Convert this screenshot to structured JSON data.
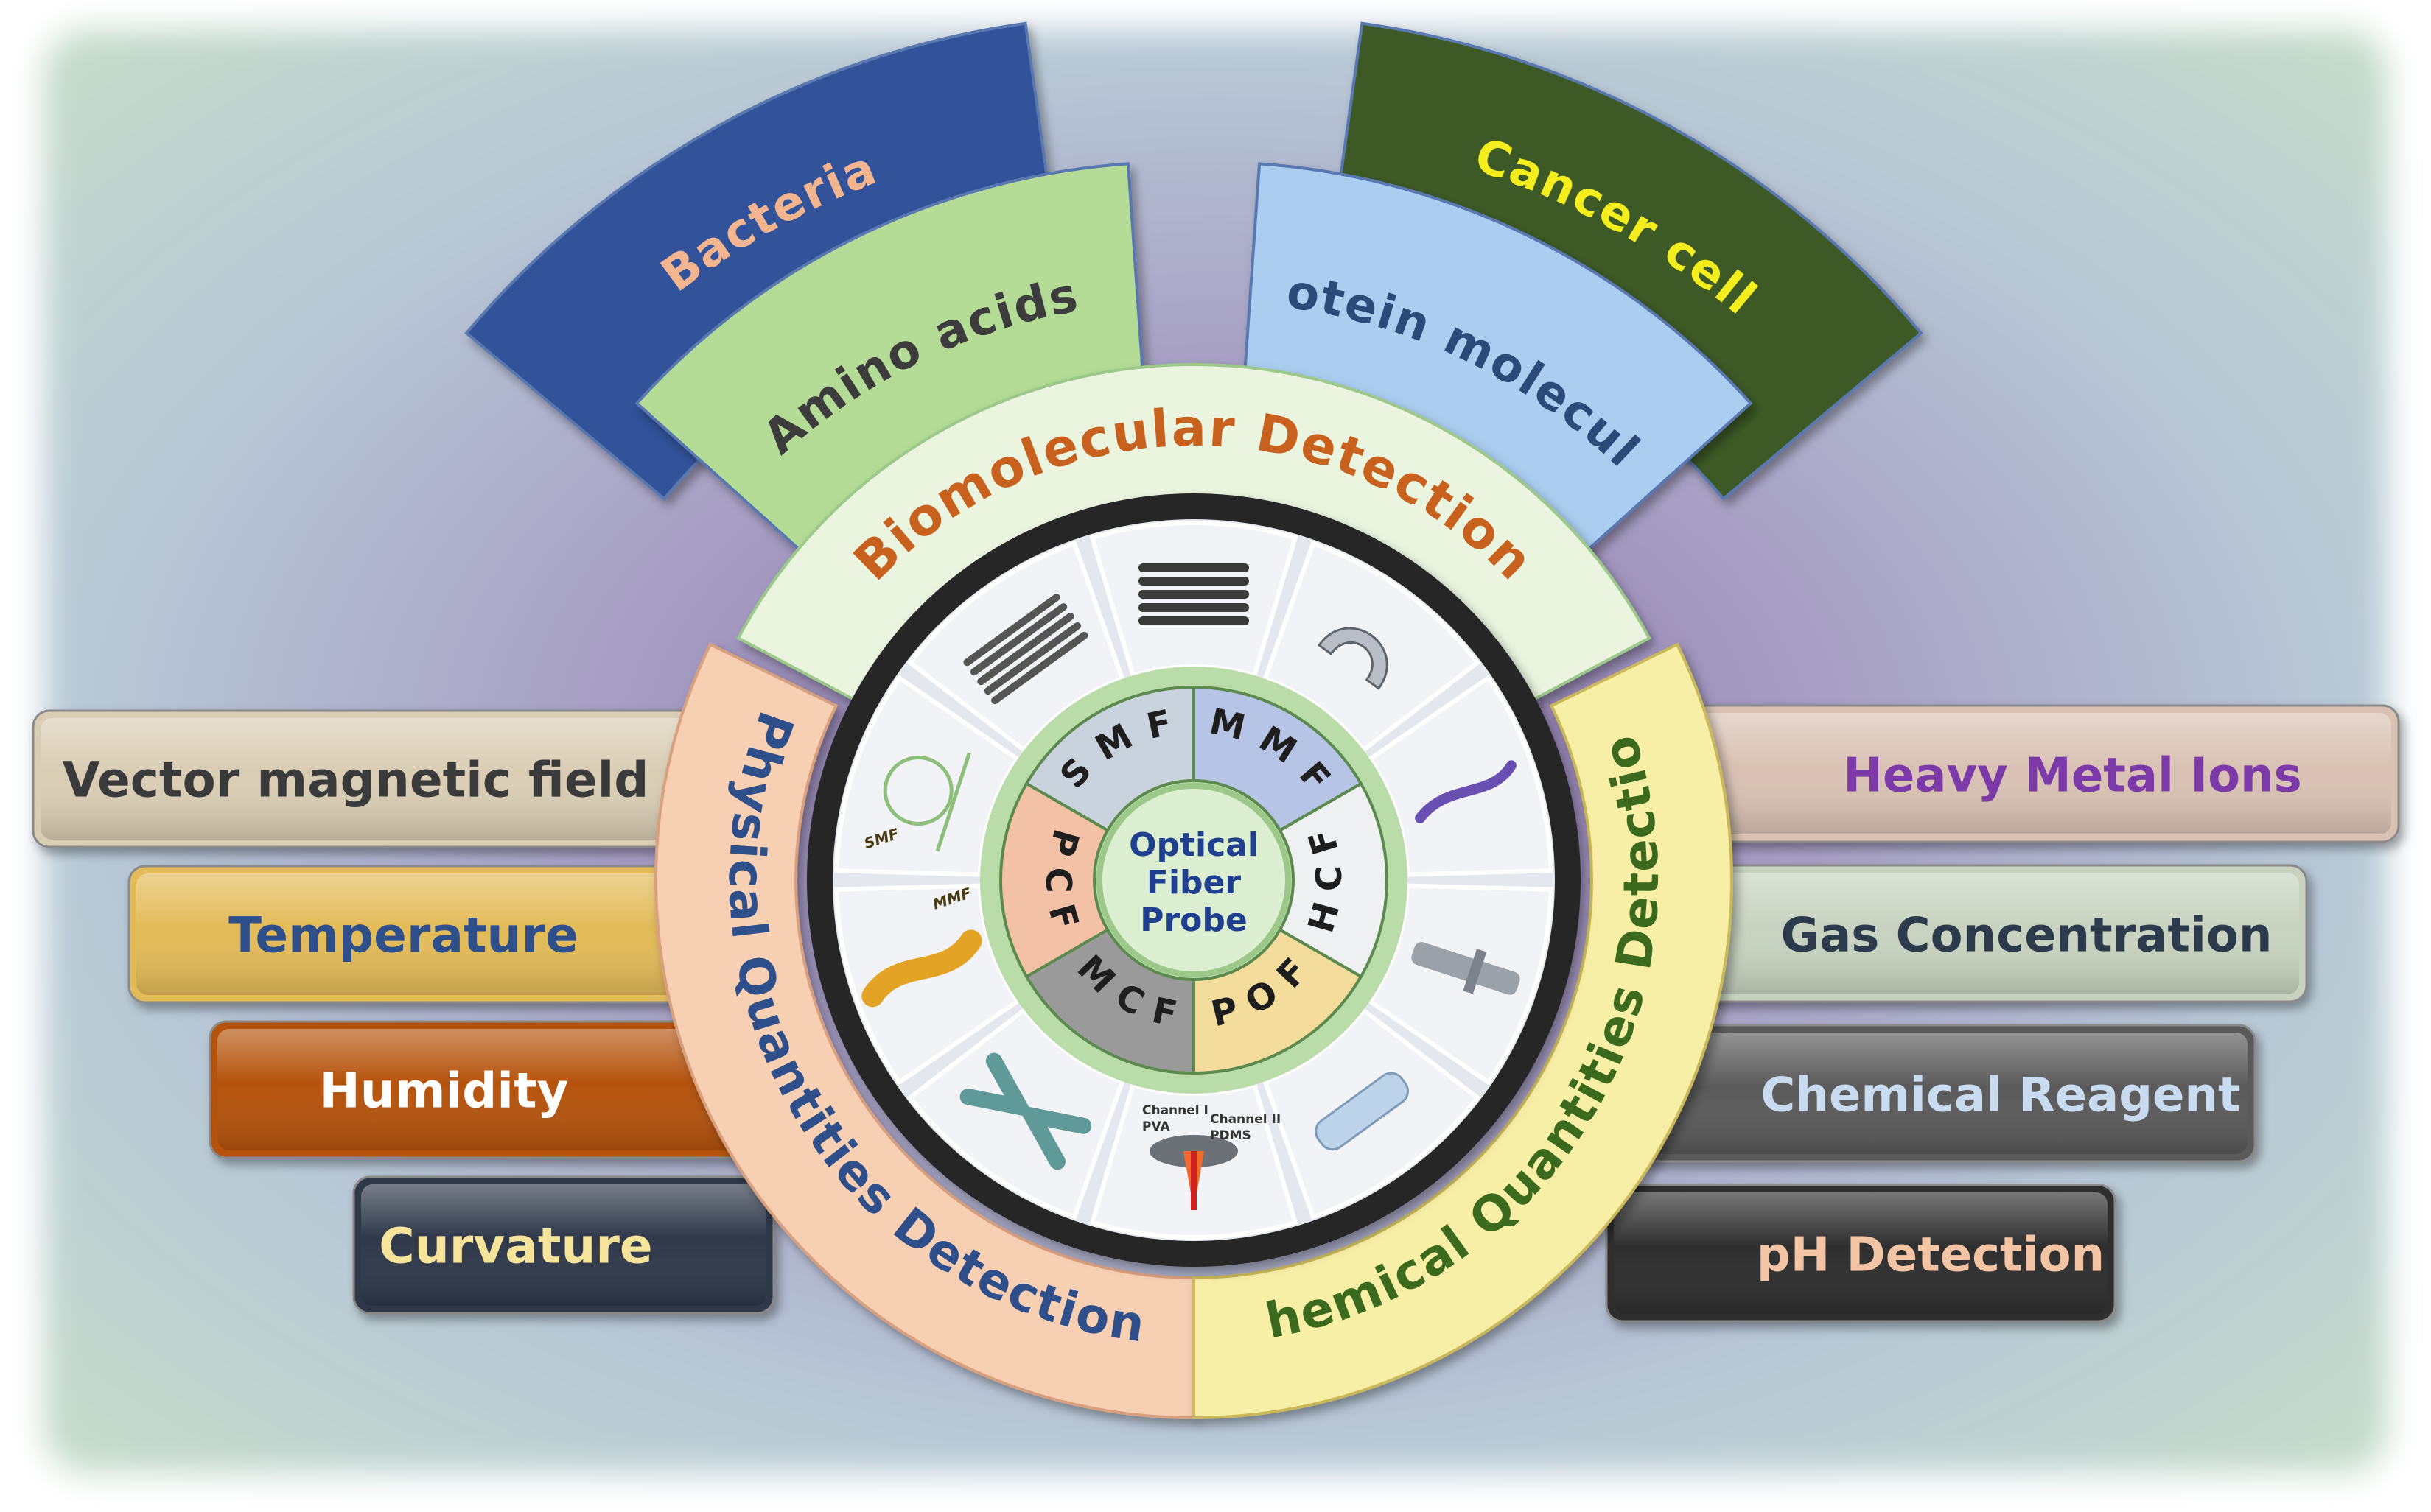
{
  "center": {
    "lines": [
      "Optical",
      "Fiber",
      "Probe"
    ],
    "text_color": "#1f3f8f"
  },
  "fiber_types": [
    {
      "label": "S M F",
      "color": "#c9d3dd"
    },
    {
      "label": "M M F",
      "color": "#b6c4e6"
    },
    {
      "label": "H C F",
      "color": "#eef0f2"
    },
    {
      "label": "P O F",
      "color": "#f4dd9c"
    },
    {
      "label": "M C F",
      "color": "#9a9a9a"
    },
    {
      "label": "P C F",
      "color": "#f3c2a6"
    }
  ],
  "probe_tile_labels": {
    "tile_left": [
      "SMF",
      "MMF"
    ],
    "tile_bottom": [
      "Channel I",
      "PVA",
      "Channel II",
      "PDMS"
    ]
  },
  "categories": {
    "biomolecular": {
      "label_parts": [
        "Biomolecular",
        "Detection"
      ],
      "color": "#eaf4df",
      "text_color": "#c8611d"
    },
    "physical": {
      "label": "Physical Quantities  Detection",
      "color": "#f7cfb2",
      "text_color": "#2f4f8a"
    },
    "chemical": {
      "label": "Chemical Quantities  Detection",
      "color": "#f8efa6",
      "text_color": "#3c6a1c"
    }
  },
  "bio_targets": [
    {
      "label": "Bacteria",
      "color": "#30529a",
      "text_color": "#f3b58f"
    },
    {
      "label": "Amino acids",
      "color": "#b4dc96",
      "text_color": "#3c3c3c"
    },
    {
      "label": "Protein molecules",
      "color": "#aacdf0",
      "text_color": "#2b4a78"
    },
    {
      "label": "Cancer cell",
      "color": "#3c5a25",
      "text_color": "#f4ee1e"
    }
  ],
  "physical_targets": [
    {
      "label": "Vector magnetic field",
      "color": "#d9cdb4",
      "text_color": "#3a3a3a"
    },
    {
      "label": "Temperature",
      "color": "#e3bb59",
      "text_color": "#2f4f8a"
    },
    {
      "label": "Humidity",
      "color": "#b5530f",
      "text_color": "#ffffff"
    },
    {
      "label": "Curvature",
      "color": "#2f3848",
      "text_color": "#f6e49a"
    }
  ],
  "chemical_targets": [
    {
      "label": "Heavy Metal Ions",
      "color": "#d9c2b4",
      "text_color": "#7b3aa8"
    },
    {
      "label": "Gas Concentration",
      "color": "#c7d3c0",
      "text_color": "#2c3a4c"
    },
    {
      "label": "Chemical Reagent",
      "color": "#5a5a5a",
      "text_color": "#c9dcef"
    },
    {
      "label": "pH  Detection",
      "color": "#2d2d2d",
      "text_color": "#f3c5a5"
    }
  ]
}
